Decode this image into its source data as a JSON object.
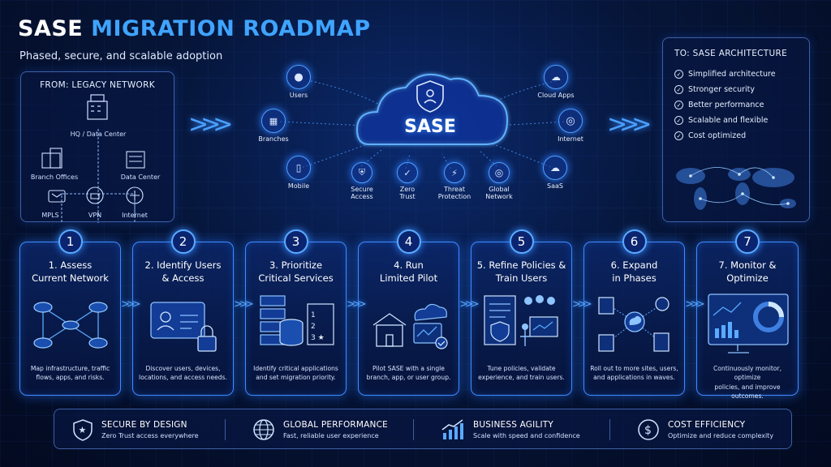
{
  "header": {
    "title_a": "SASE",
    "title_b": "MIGRATION ROADMAP",
    "subtitle": "Phased, secure, and scalable adoption"
  },
  "legacy": {
    "title": "FROM: LEGACY NETWORK",
    "hq": "HQ / Data Center",
    "branch_offices": "Branch Offices",
    "data_center": "Data Center",
    "mpls": "MPLS",
    "vpn": "VPN",
    "internet": "Internet"
  },
  "sase": {
    "label": "SASE",
    "nodes": {
      "users": "Users",
      "branches": "Branches",
      "mobile": "Mobile",
      "cloud_apps": "Cloud Apps",
      "internet": "Internet",
      "saas": "SaaS"
    },
    "services": [
      {
        "line1": "Secure",
        "line2": "Access"
      },
      {
        "line1": "Zero",
        "line2": "Trust"
      },
      {
        "line1": "Threat",
        "line2": "Protection"
      },
      {
        "line1": "Global",
        "line2": "Network"
      }
    ]
  },
  "target": {
    "title": "TO: SASE ARCHITECTURE",
    "items": [
      "Simplified architecture",
      "Stronger security",
      "Better performance",
      "Scalable and flexible",
      "Cost optimized"
    ]
  },
  "steps": [
    {
      "num": "1",
      "title1": "1. Assess",
      "title2": "Current Network",
      "desc1": "Map infrastructure, traffic",
      "desc2": "flows, apps, and risks."
    },
    {
      "num": "2",
      "title1": "2. Identify Users",
      "title2": "& Access",
      "desc1": "Discover users, devices,",
      "desc2": "locations, and access needs."
    },
    {
      "num": "3",
      "title1": "3. Prioritize",
      "title2": "Critical Services",
      "desc1": "Identify critical applications",
      "desc2": "and set migration priority."
    },
    {
      "num": "4",
      "title1": "4. Run",
      "title2": "Limited Pilot",
      "desc1": "Pilot SASE with a single",
      "desc2": "branch, app, or user group."
    },
    {
      "num": "5",
      "title1": "5. Refine Policies &",
      "title2": "Train Users",
      "desc1": "Tune policies, validate",
      "desc2": "experience, and train users."
    },
    {
      "num": "6",
      "title1": "6. Expand",
      "title2": "in Phases",
      "desc1": "Roll out to more sites, users,",
      "desc2": "and applications in waves."
    },
    {
      "num": "7",
      "title1": "7. Monitor &",
      "title2": "Optimize",
      "desc1": "Continuously monitor, optimize",
      "desc2": "policies, and improve outcomes."
    }
  ],
  "features": [
    {
      "title": "SECURE BY DESIGN",
      "desc": "Zero Trust access everywhere",
      "icon": "shield-star-icon"
    },
    {
      "title": "GLOBAL PERFORMANCE",
      "desc": "Fast, reliable user experience",
      "icon": "globe-icon"
    },
    {
      "title": "BUSINESS AGILITY",
      "desc": "Scale with speed and confidence",
      "icon": "growth-chart-icon"
    },
    {
      "title": "COST EFFICIENCY",
      "desc": "Optimize and reduce complexity",
      "icon": "dollar-icon"
    }
  ],
  "colors": {
    "accent": "#3fa4ff",
    "background": "#061538",
    "panel_border": "#3f8cff"
  }
}
